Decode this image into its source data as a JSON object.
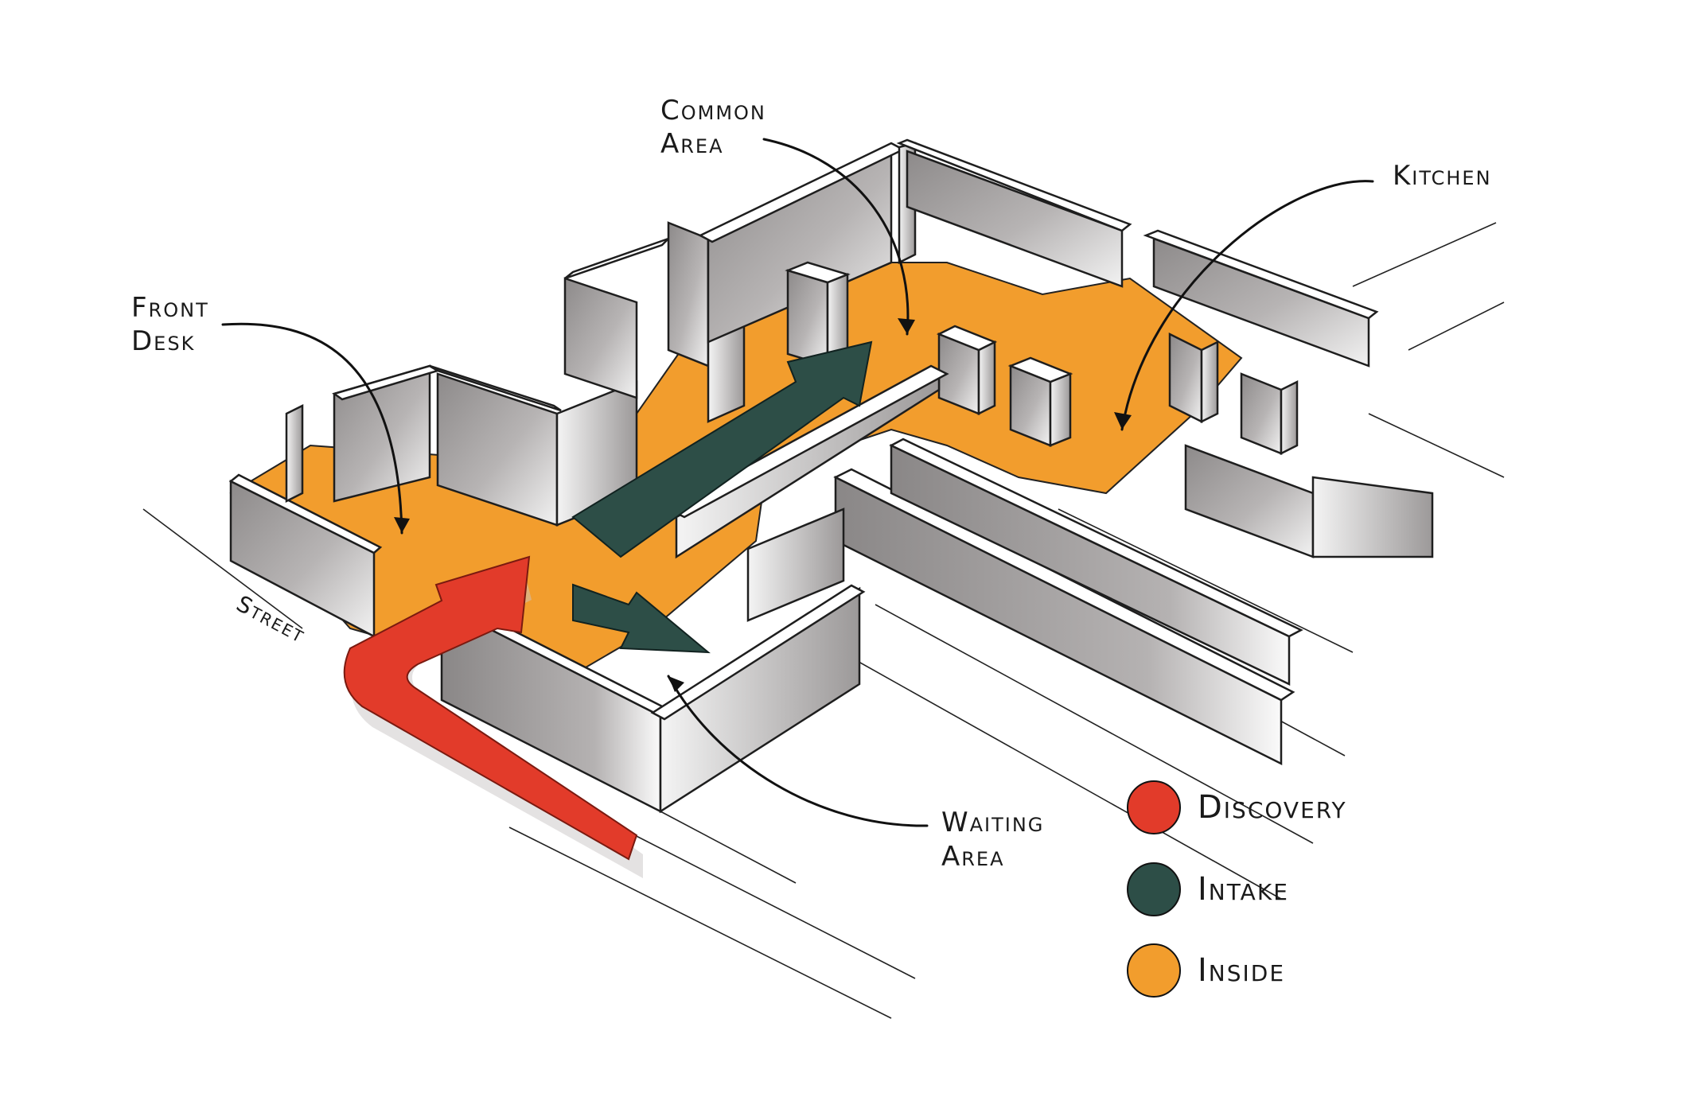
{
  "callouts": {
    "common_area": [
      "Common",
      "Area"
    ],
    "kitchen": "Kitchen",
    "front_desk": [
      "Front",
      "Desk"
    ],
    "waiting_area": [
      "Waiting",
      "Area"
    ],
    "street": "Street"
  },
  "legend": [
    {
      "label": "Discovery",
      "color": "#e23b2a"
    },
    {
      "label": "Intake",
      "color": "#2d4e47"
    },
    {
      "label": "Inside",
      "color": "#f29d2d"
    }
  ],
  "colors": {
    "floor": "#f29d2d",
    "discovery_arrow": "#e23b2a",
    "intake_arrow": "#2d4e47",
    "wall": "#a8a5a5"
  }
}
